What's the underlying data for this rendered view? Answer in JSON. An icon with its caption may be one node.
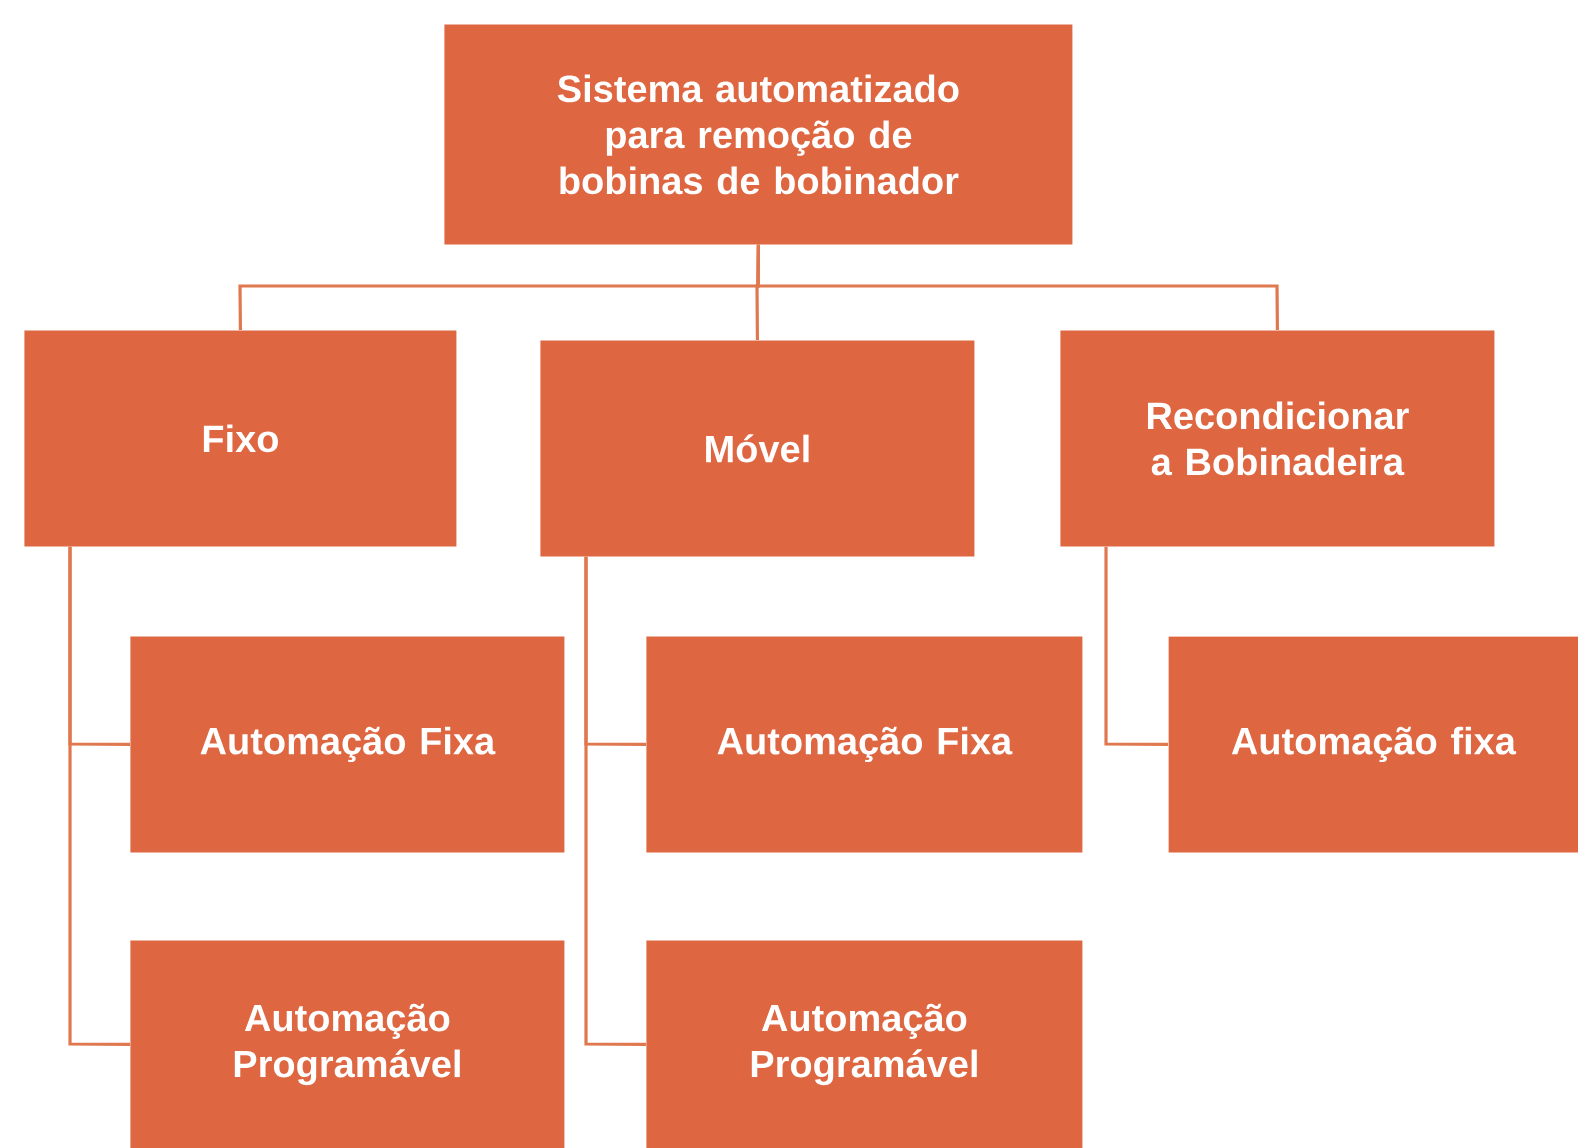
{
  "diagram": {
    "nodes": [
      {
        "text": [
          "Sistema automatizado para remoção de bobinas de bobinador"
        ]
      },
      {
        "text": [
          "Fixo"
        ]
      },
      {
        "text": [
          "Móvel"
        ]
      },
      {
        "text": [
          "Recondicionar a Bobinadeira"
        ]
      },
      {
        "text": [
          "Automação Fixa"
        ]
      },
      {
        "text": [
          "Automação Programável"
        ]
      },
      {
        "text": [
          "Automação Fixa"
        ]
      },
      {
        "text": [
          "Automação Programável"
        ]
      },
      {
        "text": [
          "Automação fixa"
        ]
      }
    ],
    "edges": [
      {
        "from": 0,
        "to": 1,
        "arrow": "none"
      },
      {
        "from": 0,
        "to": 2,
        "arrow": "none"
      },
      {
        "from": 0,
        "to": 3,
        "arrow": "none"
      },
      {
        "from": 1,
        "to": 4,
        "arrow": "none"
      },
      {
        "from": 1,
        "to": 5,
        "arrow": "none"
      },
      {
        "from": 2,
        "to": 6,
        "arrow": "none"
      },
      {
        "from": 2,
        "to": 7,
        "arrow": "none"
      },
      {
        "from": 3,
        "to": 8,
        "arrow": "none"
      }
    ]
  }
}
